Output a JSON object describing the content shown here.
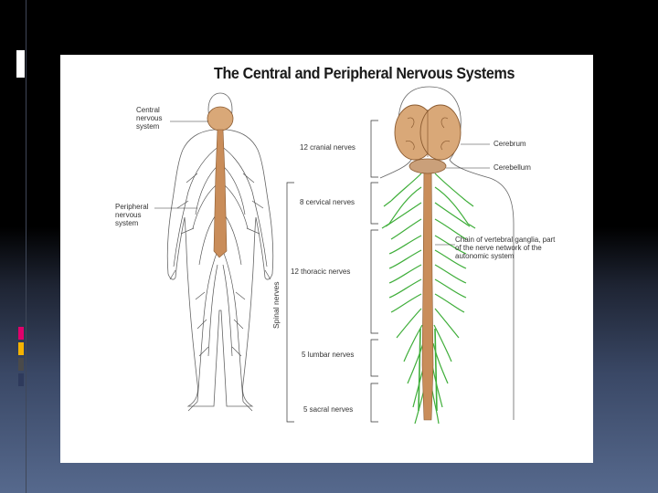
{
  "slide": {
    "title": "The Central and Peripheral Nervous Systems",
    "labels": {
      "cns": "Central\nnervous\nsystem",
      "pns": "Peripheral\nnervous\nsystem",
      "cranial": "12 cranial nerves",
      "cervical": "8 cervical nerves",
      "thoracic": "12 thoracic nerves",
      "lumbar": "5 lumbar nerves",
      "sacral": "5 sacral nerves",
      "spinal": "Spinal nerves",
      "cerebrum": "Cerebrum",
      "cerebellum": "Cerebellum",
      "chain": "Chain of vertebral ganglia, part\nof the nerve network of the\nautonomic system"
    }
  },
  "theme": {
    "brain_color": "#d9a878",
    "spine_color": "#c98d5a",
    "nerve_green": "#3fae3a",
    "nerve_gray": "#555555",
    "accent_bars": [
      "#e0006b",
      "#f5b301",
      "#4a4a4a",
      "#2e3a5c"
    ]
  }
}
